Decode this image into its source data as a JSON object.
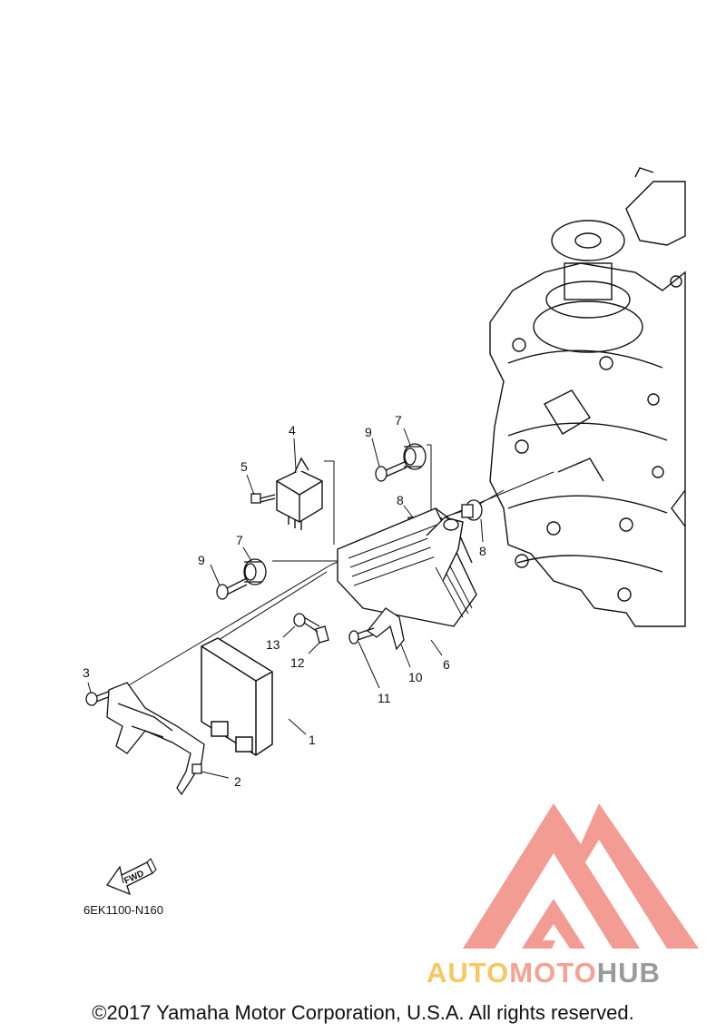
{
  "callouts": [
    "1",
    "2",
    "3",
    "4",
    "5",
    "6",
    "7",
    "7",
    "8",
    "8",
    "9",
    "9",
    "10",
    "11",
    "12",
    "13"
  ],
  "fwd_label": "FWD",
  "part_code": "6EK1100-N160",
  "copyright": "©2017 Yamaha Motor Corporation, U.S.A. All rights reserved.",
  "watermark": {
    "part1": "AUTO",
    "part2": "MOTO",
    "part3": "HUB"
  },
  "colors": {
    "line": "#111111",
    "logo_triangle": "#f28b82",
    "logo_auto": "#f5c860",
    "logo_moto": "#f4a292",
    "logo_hub": "#9a9a9a"
  }
}
